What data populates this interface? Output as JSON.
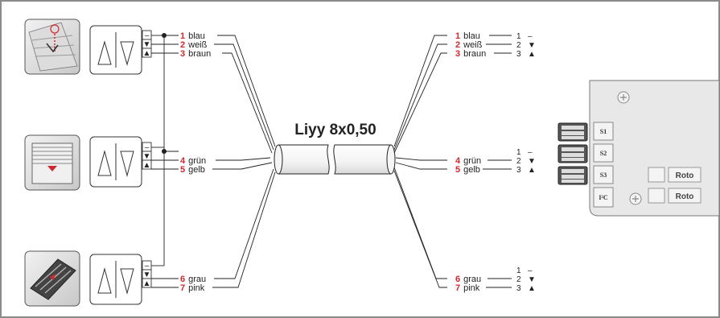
{
  "cable_label": "Liyy 8x0,50",
  "switch_terminals": [
    "–",
    "▼",
    "▲"
  ],
  "wires_left": [
    {
      "num": "1",
      "name": "blau"
    },
    {
      "num": "2",
      "name": "weiß"
    },
    {
      "num": "3",
      "name": "braun"
    },
    {
      "num": "4",
      "name": "grün"
    },
    {
      "num": "5",
      "name": "gelb"
    },
    {
      "num": "6",
      "name": "grau"
    },
    {
      "num": "7",
      "name": "pink"
    }
  ],
  "wires_right": [
    {
      "num": "1",
      "name": "blau",
      "terminal": "1",
      "symbol": "–"
    },
    {
      "num": "2",
      "name": "weiß",
      "terminal": "2",
      "symbol": "▼"
    },
    {
      "num": "3",
      "name": "braun",
      "terminal": "3",
      "symbol": "▲"
    },
    {
      "num": "",
      "name": "",
      "terminal": "1",
      "symbol": "–"
    },
    {
      "num": "4",
      "name": "grün",
      "terminal": "2",
      "symbol": "▼"
    },
    {
      "num": "5",
      "name": "gelb",
      "terminal": "3",
      "symbol": "▲"
    },
    {
      "num": "",
      "name": "",
      "terminal": "1",
      "symbol": "–"
    },
    {
      "num": "6",
      "name": "grau",
      "terminal": "2",
      "symbol": "▼"
    },
    {
      "num": "7",
      "name": "pink",
      "terminal": "3",
      "symbol": "▲"
    }
  ],
  "control_slots": [
    "S1",
    "S2",
    "S3",
    "I²C"
  ],
  "brand_labels": [
    "Roto",
    "Roto"
  ],
  "colors": {
    "accent": "#d0282e",
    "line": "#222222",
    "panel": "#e9e9e9"
  }
}
